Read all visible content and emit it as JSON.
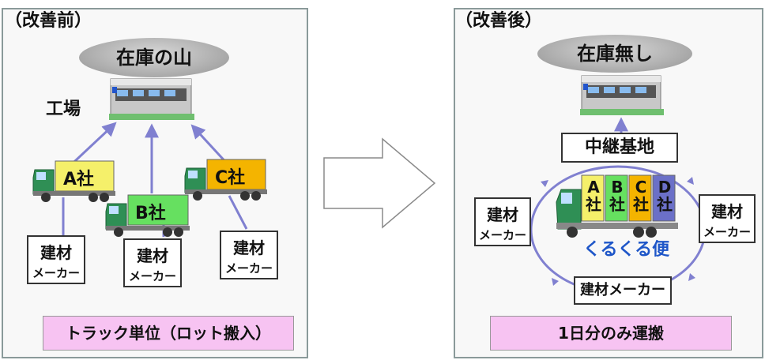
{
  "before": {
    "title": "（改善前）",
    "inventory": "在庫の山",
    "factory": "工場",
    "companies": [
      "A社",
      "B社",
      "C社"
    ],
    "makers": [
      [
        "建材",
        "メーカー"
      ],
      [
        "建材",
        "メーカー"
      ],
      [
        "建材",
        "メーカー"
      ]
    ],
    "footer": "トラック単位（ロット搬入）"
  },
  "after": {
    "title": "（改善後）",
    "inventory": "在庫無し",
    "hub": "中継基地",
    "companies": [
      [
        "A",
        "社"
      ],
      [
        "B",
        "社"
      ],
      [
        "C",
        "社"
      ],
      [
        "D",
        "社"
      ]
    ],
    "service": "くるくる便",
    "maker_left": [
      "建材",
      "メーカー"
    ],
    "maker_right": [
      "建材",
      "メーカー"
    ],
    "maker_bottom": "建材メーカー",
    "footer": "1日分のみ運搬"
  },
  "colors": {
    "yellow": "#f5f06a",
    "green": "#66e060",
    "orange": "#f4b400",
    "purple_box": "#6b70c8",
    "arrow": "#8080d0",
    "pink": "#f7c3f2",
    "truck_green": "#2f8f55"
  }
}
